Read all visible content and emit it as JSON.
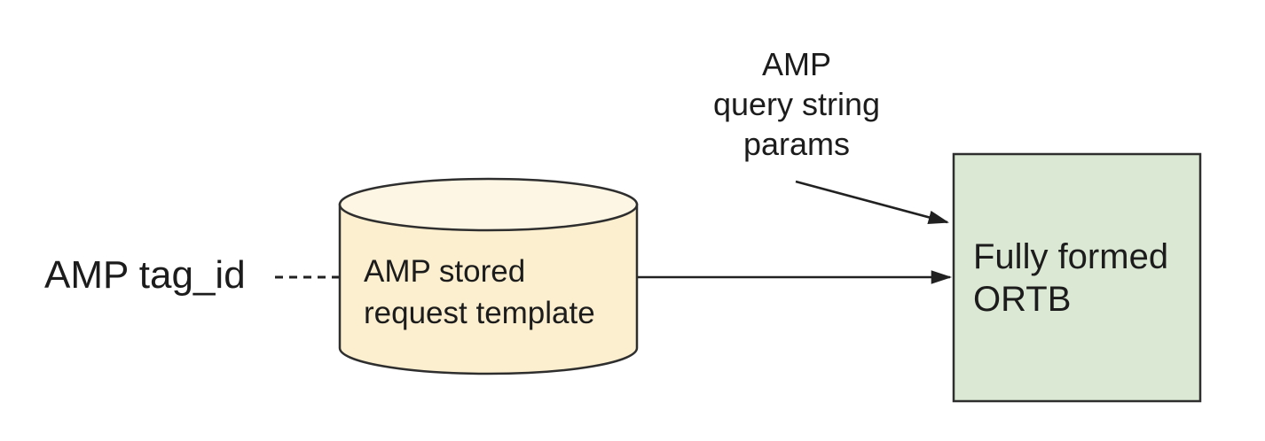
{
  "diagram": {
    "background": "#ffffff",
    "text_color": "#1c1c1c",
    "stroke_color": "#2e2e2e",
    "tag_id_label": {
      "text": "AMP tag_id"
    },
    "query_params_label": {
      "line1": "AMP",
      "line2": "query string",
      "line3": "params"
    },
    "stored_request_node": {
      "line1": "AMP stored",
      "line2": "request template",
      "body_fill": "#fcefcf",
      "top_fill": "#fdf6e4"
    },
    "ortb_node": {
      "line1": "Fully formed",
      "line2": "ORTB",
      "fill": "#dbe8d4"
    },
    "connectors": {
      "tagid_to_template": {
        "style": "dashed",
        "arrowhead": false
      },
      "template_to_ortb": {
        "style": "solid",
        "arrowhead": true
      },
      "queryparams_to_ortb": {
        "style": "solid",
        "arrowhead": true
      }
    }
  }
}
